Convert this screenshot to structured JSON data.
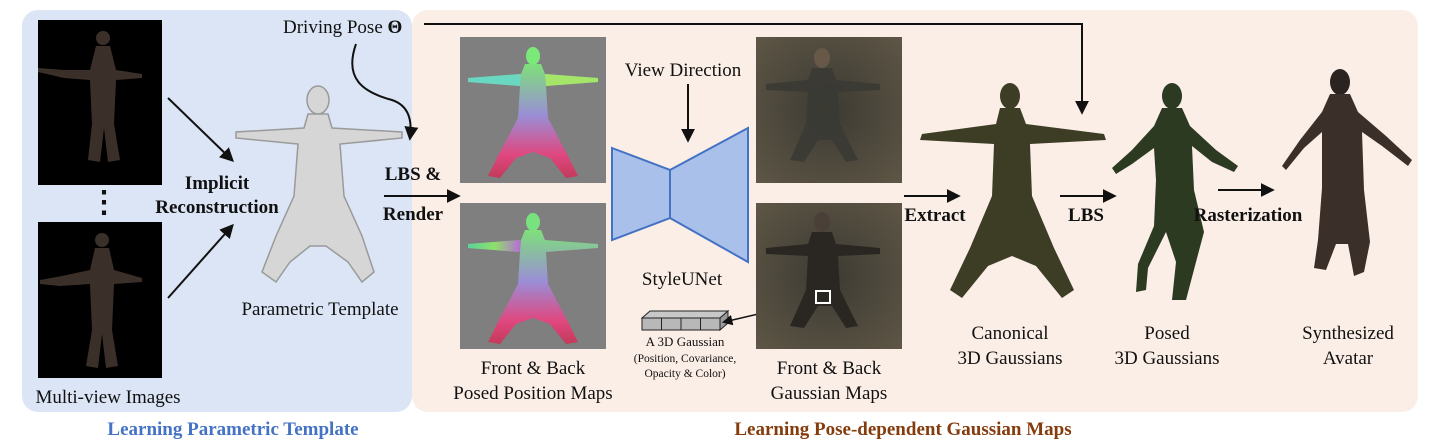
{
  "colors": {
    "left_panel": "#dbe5f5",
    "right_panel": "#fbeee6",
    "left_caption": "#4472c4",
    "right_caption": "#843c0c",
    "unet_fill": "#a9c1ea",
    "unet_stroke": "#4472c4"
  },
  "sections": {
    "left_caption": "Learning Parametric Template",
    "right_caption": "Learning Pose-dependent Gaussian Maps"
  },
  "labels": {
    "driving_pose": "Driving Pose",
    "theta": "Θ",
    "multi_view": "Multi-view Images",
    "implicit": "Implicit",
    "reconstruction": "Reconstruction",
    "parametric_template": "Parametric Template",
    "lbs_amp": "LBS &",
    "render": "Render",
    "view_direction": "View Direction",
    "styleunet": "StyleUNet",
    "pos_maps_1": "Front & Back",
    "pos_maps_2": "Posed Position Maps",
    "gaussian_3d_1": "A 3D Gaussian",
    "gaussian_3d_2": "(Position, Covariance,",
    "gaussian_3d_3": "Opacity & Color)",
    "gauss_maps_1": "Front & Back",
    "gauss_maps_2": "Gaussian Maps",
    "extract": "Extract",
    "lbs": "LBS",
    "rasterization": "Rasterization",
    "canonical_1": "Canonical",
    "canonical_2": "3D Gaussians",
    "posed_1": "Posed",
    "posed_2": "3D Gaussians",
    "synth_1": "Synthesized",
    "synth_2": "Avatar",
    "dots": "⋮"
  },
  "icons": [
    "avatar-photo-icon",
    "mesh-template-icon",
    "position-map-icon",
    "gaussian-map-icon",
    "unet-icon",
    "gaussian-cube-icon",
    "point-cloud-icon"
  ]
}
